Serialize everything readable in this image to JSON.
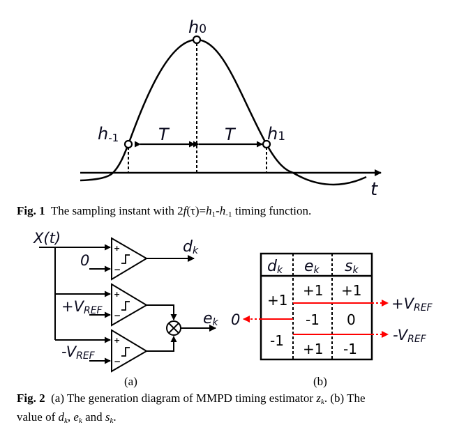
{
  "figure1": {
    "labels": {
      "h0": "h",
      "h0_sub": "0",
      "hm1": "h",
      "hm1_sub": "-1",
      "h1": "h",
      "h1_sub": "1",
      "T_left": "T",
      "T_right": "T",
      "t_axis": "t"
    },
    "caption": {
      "fig_label": "Fig. 1",
      "text_before": "The sampling instant with 2",
      "f": "f",
      "tau": "(τ)=",
      "h1": "h",
      "h1_sub": "1",
      "dash": "-",
      "hm1": "h",
      "hm1_sub": "-1",
      "text_after": " timing function."
    }
  },
  "figure2a": {
    "input_label": "X(t)",
    "zero_label": "0",
    "vref_pos": "+V",
    "vref_neg": "-V",
    "ref_sub": "REF",
    "dk": "d",
    "ek": "e",
    "k_sub": "k",
    "plus": "+",
    "minus": "−",
    "panel_label": "(a)"
  },
  "figure2b": {
    "headers": [
      {
        "main": "d",
        "sub": "k"
      },
      {
        "main": "e",
        "sub": "k"
      },
      {
        "main": "s",
        "sub": "k"
      }
    ],
    "dk_values": [
      "+1",
      "-1"
    ],
    "rows": [
      {
        "ek": "+1",
        "sk": "+1"
      },
      {
        "ek": "-1",
        "sk": "0"
      },
      {
        "ek": "+1",
        "sk": "-1"
      }
    ],
    "arrow_labels": {
      "pos": "+V",
      "neg": "-V",
      "sub": "REF",
      "zero": "0"
    },
    "accent_color": "#ff0000",
    "panel_label": "(b)"
  },
  "caption2": {
    "fig_label": "Fig. 2",
    "text1": "(a) The generation diagram of MMPD timing estimator ",
    "zk": "z",
    "k": "k",
    "text2": ". (b) The",
    "text3": "value of ",
    "dk": "d",
    "sep1": ", ",
    "ek": "e",
    "text4": " and ",
    "sk": "s",
    "end": "."
  }
}
